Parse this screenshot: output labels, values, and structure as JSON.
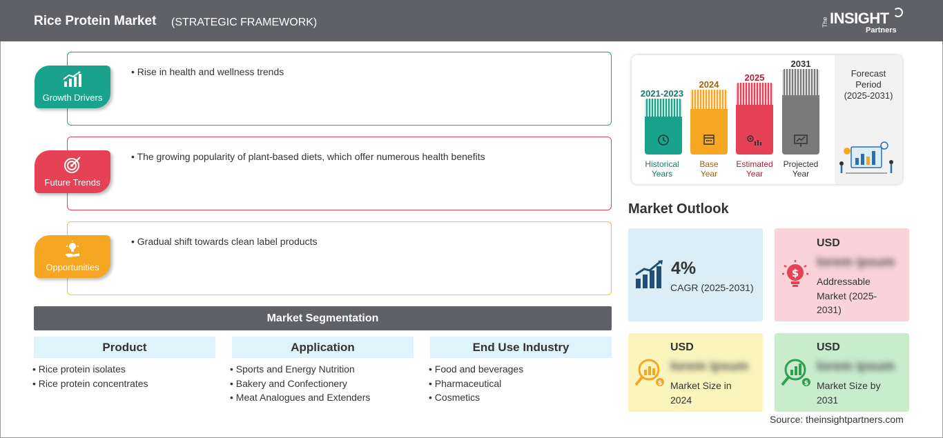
{
  "header": {
    "title": "Rice Protein Market",
    "subtitle": "(STRATEGIC FRAMEWORK)",
    "logo": {
      "the": "The",
      "insight": "INSIGHT",
      "partners": "Partners"
    }
  },
  "framework": {
    "growth_drivers": {
      "label": "Growth Drivers",
      "color": "#1aa38c",
      "text": "• Rise in health and wellness trends"
    },
    "future_trends": {
      "label": "Future Trends",
      "color": "#e64256",
      "text": "• The growing popularity of plant-based diets, which offer numerous health benefits"
    },
    "opportunities": {
      "label": "Opportunities",
      "color": "#f5a623",
      "text": "• Gradual shift towards clean label products"
    }
  },
  "segmentation": {
    "title": "Market Segmentation",
    "columns": [
      {
        "heading": "Product",
        "items": [
          "• Rice protein isolates",
          "• Rice protein concentrates"
        ]
      },
      {
        "heading": "Application",
        "items": [
          "• Sports and Energy Nutrition",
          "• Bakery and Confectionery",
          "• Meat Analogues and Extenders"
        ]
      },
      {
        "heading": "End Use Industry",
        "items": [
          "• Food and beverages",
          "• Pharmaceutical",
          "• Cosmetics"
        ]
      }
    ]
  },
  "timeline": {
    "periods": [
      {
        "year": "2021-2023",
        "label1": "Historical",
        "label2": "Years",
        "color": "#1aa38c",
        "text_color": "#157a68"
      },
      {
        "year": "2024",
        "label1": "Base",
        "label2": "Year",
        "color": "#f5a623",
        "text_color": "#9a6410"
      },
      {
        "year": "2025",
        "label1": "Estimated",
        "label2": "Year",
        "color": "#e64256",
        "text_color": "#b32036"
      },
      {
        "year": "2031",
        "label1": "Projected",
        "label2": "Year",
        "color": "#7a7a7a",
        "text_color": "#333333"
      }
    ],
    "forecast": {
      "line1": "Forecast",
      "line2": "Period",
      "line3": "(2025-2031)"
    }
  },
  "outlook": {
    "title": "Market Outlook",
    "cagr": {
      "value": "4%",
      "label": "CAGR (2025-2031)",
      "bg": "#dbeef8"
    },
    "addressable": {
      "currency": "USD",
      "value": "lorem ipsum",
      "line1": "Addressable",
      "line2": "Market (2025-",
      "line3": "2031)",
      "bg": "#f9d3d8"
    },
    "size_2024": {
      "currency": "USD",
      "value": "lorem ipsum",
      "line1": "Market Size in",
      "line2": "2024",
      "bg": "#fbf4bd"
    },
    "size_2031": {
      "currency": "USD",
      "value": "lorem ipsum",
      "line1": "Market Size by",
      "line2": "2031",
      "bg": "#c9eccd"
    }
  },
  "source": "Source: theinsightpartners.com"
}
